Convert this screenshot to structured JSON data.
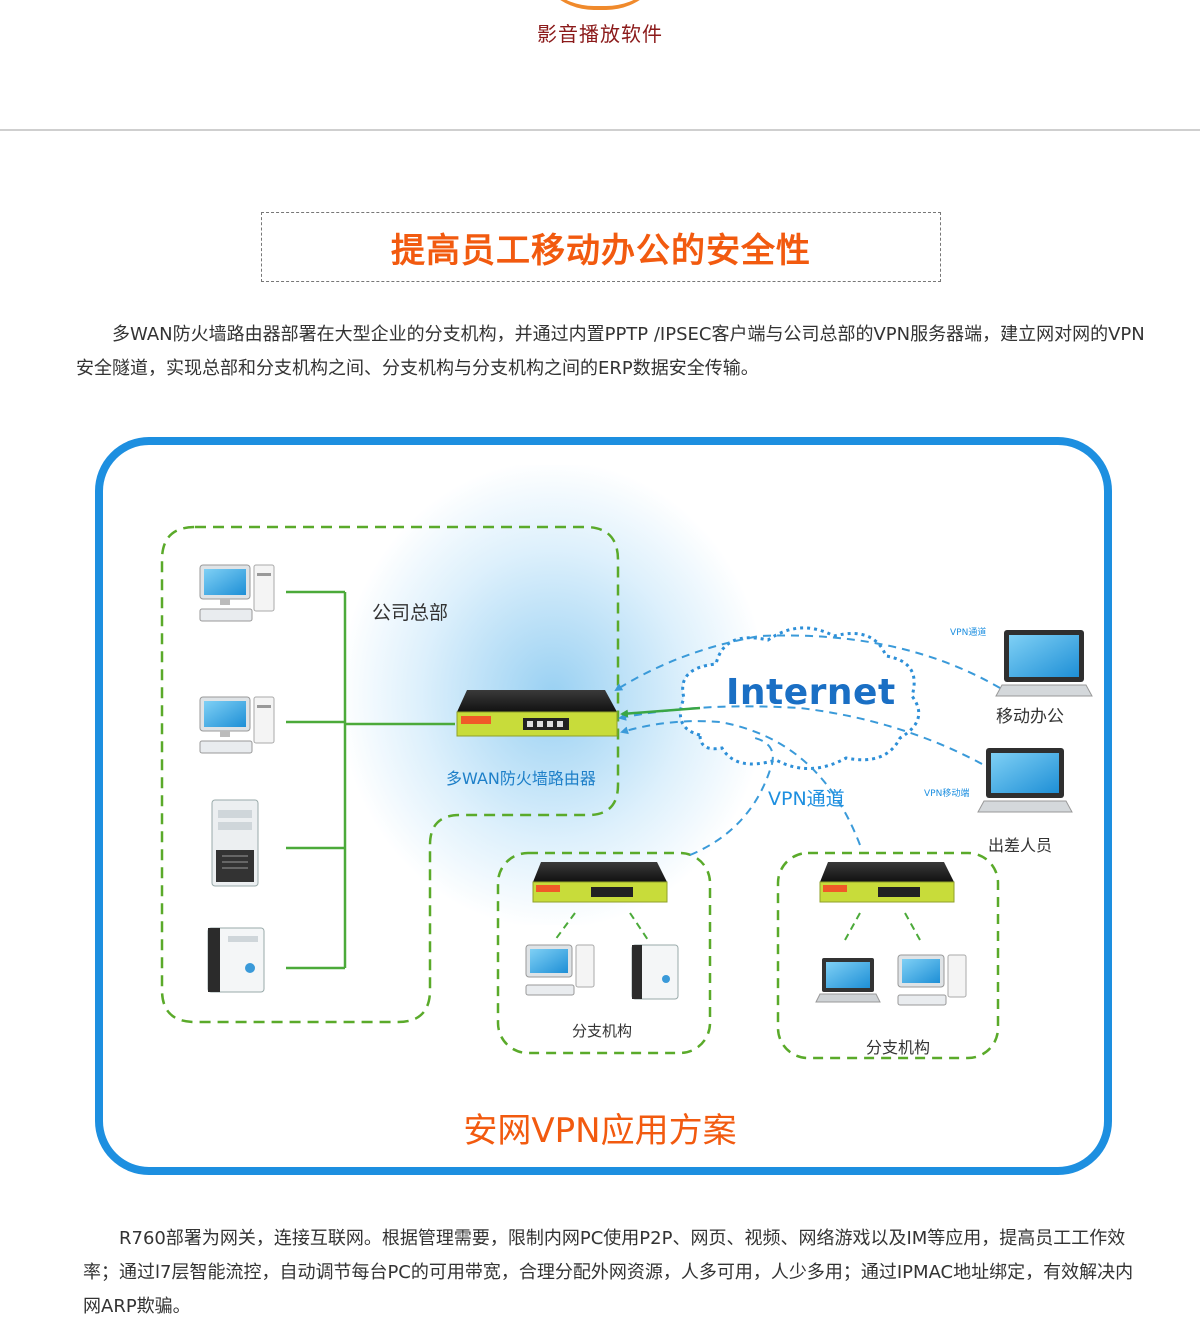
{
  "header": {
    "icon_label": "影音播放软件"
  },
  "section": {
    "title": "提高员工移动办公的安全性",
    "intro": "多WAN防火墙路由器部署在大型企业的分支机构，并通过内置PPTP /IPSEC客户端与公司总部的VPN服务器端，建立网对网的VPN安全隧道，实现总部和分支机构之间、分支机构与分支机构之间的ERP数据安全传输。"
  },
  "diagram": {
    "hq_label": "公司总部",
    "router_label": "多WAN防火墙路由器",
    "internet_label": "Internet",
    "vpn_tunnel_label": "VPN通道",
    "vpn_small_label": "VPN通道",
    "vpn_mobile_small_label": "VPN移动端",
    "mobile_office_label": "移动办公",
    "travel_staff_label": "出差人员",
    "branch_label_1": "分支机构",
    "branch_label_2": "分支机构",
    "solution_title": "安网VPN应用方案",
    "colors": {
      "frame": "#1d8fe0",
      "dashed_group": "#5aaa2a",
      "vpn_link": "#3a9ad9",
      "accent": "#f25a0f"
    }
  },
  "footer": {
    "text": "R760部署为网关，连接互联网。根据管理需要，限制内网PC使用P2P、网页、视频、网络游戏以及IM等应用，提高员工工作效率；通过l7层智能流控，自动调节每台PC的可用带宽，合理分配外网资源，人多可用，人少多用；通过IPMAC地址绑定，有效解决内网ARP欺骗。"
  }
}
